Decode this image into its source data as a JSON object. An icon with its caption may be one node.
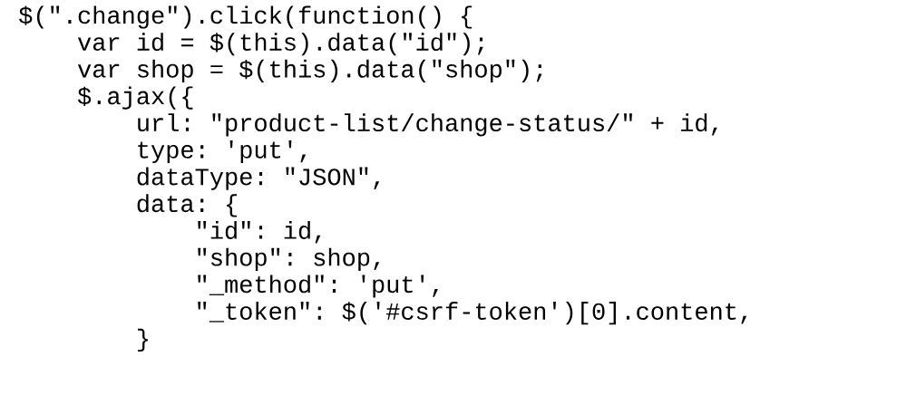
{
  "diagram": {
    "labels": [
      "$(\".change\").click(function() {",
      "var id = $(this).data(\"id\");",
      "var shop = $(this).data(\"shop\");",
      "$.ajax({",
      "url: \"product-list/change-status/\" + id,",
      "type: 'put',",
      "dataType: \"JSON\",",
      "data: {",
      "\"id\": id,",
      "\"shop\": shop,",
      "\"_method\": 'put',",
      "\"_token\": $('#csrf-token')[0].content,",
      "}"
    ]
  }
}
